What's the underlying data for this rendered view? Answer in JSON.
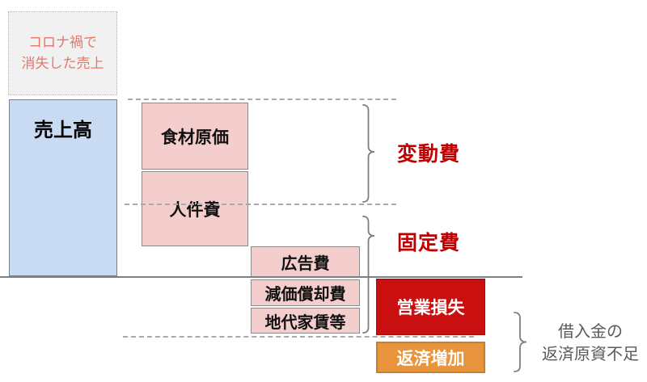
{
  "diagram": {
    "lost_sales_label": {
      "line1": "コロナ禍で",
      "line2": "消失した売上"
    },
    "sales_label": "売上高",
    "cost_boxes": {
      "food": "食材原価",
      "labor": "人件費",
      "advertising": "広告費",
      "depreciation": "減価償却費",
      "rent": "地代家賃等"
    },
    "brace_labels": {
      "variable": "変動費",
      "fixed": "固定費"
    },
    "loss_boxes": {
      "operating_loss": "営業損失",
      "repayment_increase": "返済増加"
    },
    "note_label": {
      "line1": "借入金の",
      "line2": "返済原資不足"
    },
    "colors": {
      "sales_fill": "#c9daf3",
      "cost_fill": "#f4cdcd",
      "lost_fill": "#f1f1f1",
      "lost_text": "#e97568",
      "red_accent": "#c00000",
      "loss_fill": "#c90f0f",
      "repayment_fill": "#e8943c",
      "note_text": "#595959",
      "line_gray": "#7f7f7f"
    }
  }
}
